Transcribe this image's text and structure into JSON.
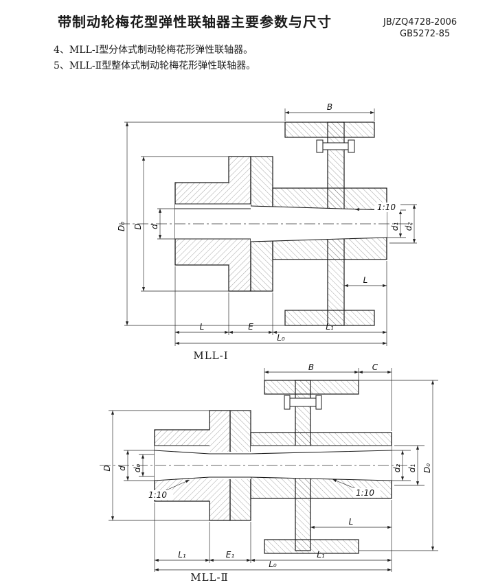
{
  "page": {
    "title": "带制动轮梅花型弹性联轴器主要参数与尺寸",
    "standards": [
      "JB/ZQ4728-2006",
      "GB5272-85"
    ],
    "notes": [
      "4、MLL-Ⅰ型分体式制动轮梅花形弹性联轴器。",
      "5、MLL-Ⅱ型整体式制动轮梅花形弹性联轴器。"
    ]
  },
  "figure1": {
    "caption": "MLL-Ⅰ",
    "labels": {
      "B": "B",
      "D0": "D₀",
      "D": "D",
      "d": "d",
      "taper": "1:10",
      "d1": "d₁",
      "d2": "d₂",
      "L_top": "L",
      "L": "L",
      "E": "E",
      "L1": "L₁",
      "L0": "L₀"
    }
  },
  "figure2": {
    "caption": "MLL-Ⅱ",
    "labels": {
      "B": "B",
      "C": "C",
      "D": "D",
      "d": "d",
      "d0": "d₀",
      "taper_left": "1:10",
      "taper_right": "1:10",
      "d2": "d₂",
      "d1": "d₁",
      "D0": "D₀",
      "L_top": "L",
      "L1_left": "L₁",
      "E1": "E₁",
      "L1_right": "L₁",
      "L0": "L₀"
    }
  }
}
